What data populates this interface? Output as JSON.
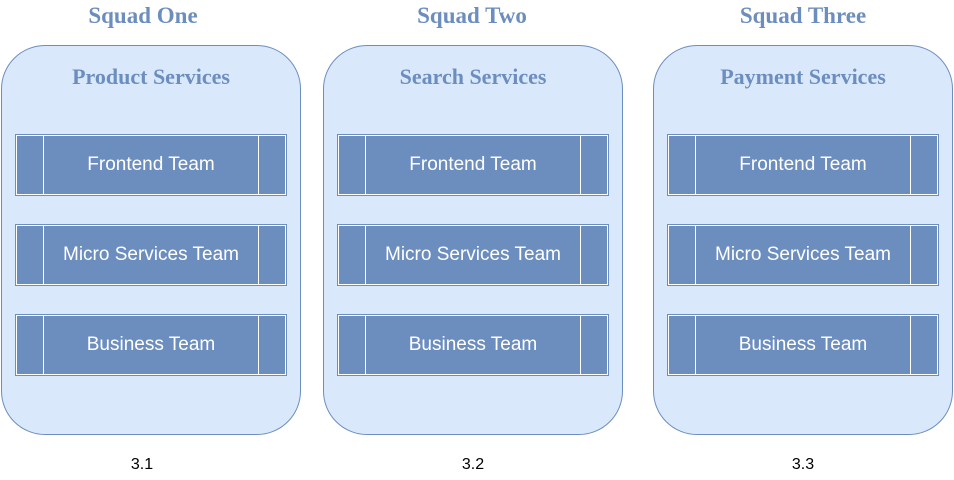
{
  "squads": [
    {
      "title": "Squad One",
      "service": "Product Services",
      "teams": [
        "Frontend Team",
        "Micro Services Team",
        "Business Team"
      ],
      "caption": "3.1"
    },
    {
      "title": "Squad Two",
      "service": "Search Services",
      "teams": [
        "Frontend Team",
        "Micro Services Team",
        "Business Team"
      ],
      "caption": "3.2"
    },
    {
      "title": "Squad Three",
      "service": "Payment Services",
      "teams": [
        "Frontend Team",
        "Micro Services Team",
        "Business Team"
      ],
      "caption": "3.3"
    }
  ],
  "colors": {
    "title": "#6c8ebf",
    "box_fill": "#dae8fc",
    "box_stroke": "#6c8ebf",
    "team_fill": "#6c8ebf",
    "team_text": "#ffffff"
  }
}
